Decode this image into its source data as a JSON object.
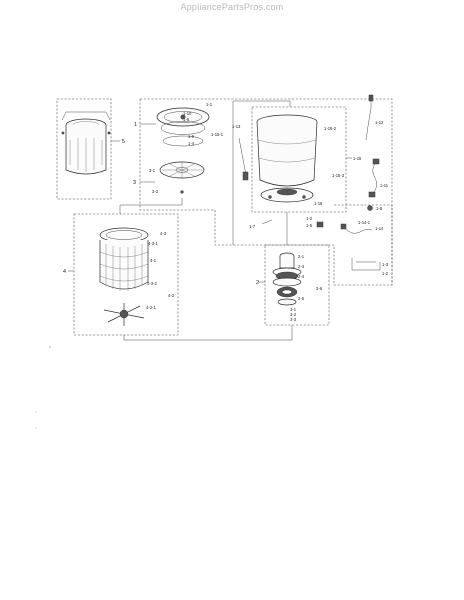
{
  "watermark": "AppliancePartsPros.com",
  "labels": {
    "l1": "1",
    "l1_1": "1-1",
    "l1_10": "1-10",
    "l1_8": "1-8",
    "l1_9": "1-9",
    "l1_4": "1-4",
    "l1_15_1": "1-15-1",
    "l1_13": "1-13",
    "l2": "2",
    "l2_1": "2-1",
    "l2_2": "2-2",
    "l3": "3",
    "l3_1": "3-1",
    "l3_2": "3-2",
    "l4": "4",
    "l4_1": "4-1",
    "l4_2": "4-2",
    "l4_3": "4-3",
    "l4_2_1": "4-2-1",
    "l4_3_1": "4-3-1",
    "l4_3_2": "4-3-2",
    "l4_4": "4-4",
    "l5": "5",
    "l1_7": "1-7",
    "l1_5": "1-5",
    "l1_2": "1-2",
    "l1_15": "1-15",
    "l1_15_2": "1-15-2",
    "l1_15_3": "1-15-3",
    "l1_16": "1-16",
    "l1_12": "1-12",
    "l1_11": "1-11",
    "l1_6": "1-6",
    "l1_14": "1-14",
    "l1_14_1": "1-14-1",
    "l1_3": "1-3",
    "r2": "2",
    "r2_1": "2-1",
    "r2_3": "2-3",
    "r2_4": "2-4",
    "r2_5": "2-5",
    "r2_6": "2-6",
    "r3_1": "3-1",
    "r3_2": "3-2",
    "r3_3": "3-3"
  }
}
